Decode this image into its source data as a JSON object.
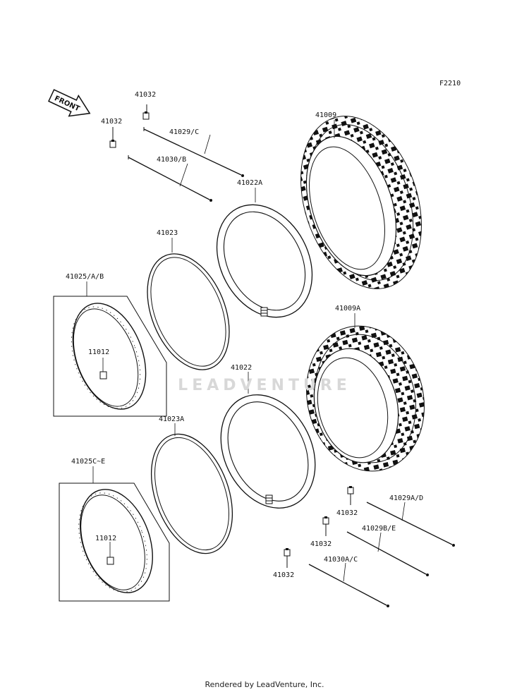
{
  "figure_code": "F2210",
  "front_arrow_text": "FRONT",
  "watermark_text": "LEADVENTURE",
  "footer_text": "Rendered by LeadVenture, Inc.",
  "part_labels": {
    "p41032_a": "41032",
    "p41032_b": "41032",
    "p41029c": "41029/C",
    "p41030b": "41030/B",
    "p41009": "41009",
    "p41022a": "41022A",
    "p41023": "41023",
    "p41025ab": "41025/A/B",
    "p11012_a": "11012",
    "p41009a": "41009A",
    "p41022": "41022",
    "p41023a": "41023A",
    "p41025ce": "41025C~E",
    "p11012_b": "11012",
    "p41029ad": "41029A/D",
    "p41032_c": "41032",
    "p41029be": "41029B/E",
    "p41032_d": "41032",
    "p41030ac": "41030A/C",
    "p41032_e": "41032"
  }
}
